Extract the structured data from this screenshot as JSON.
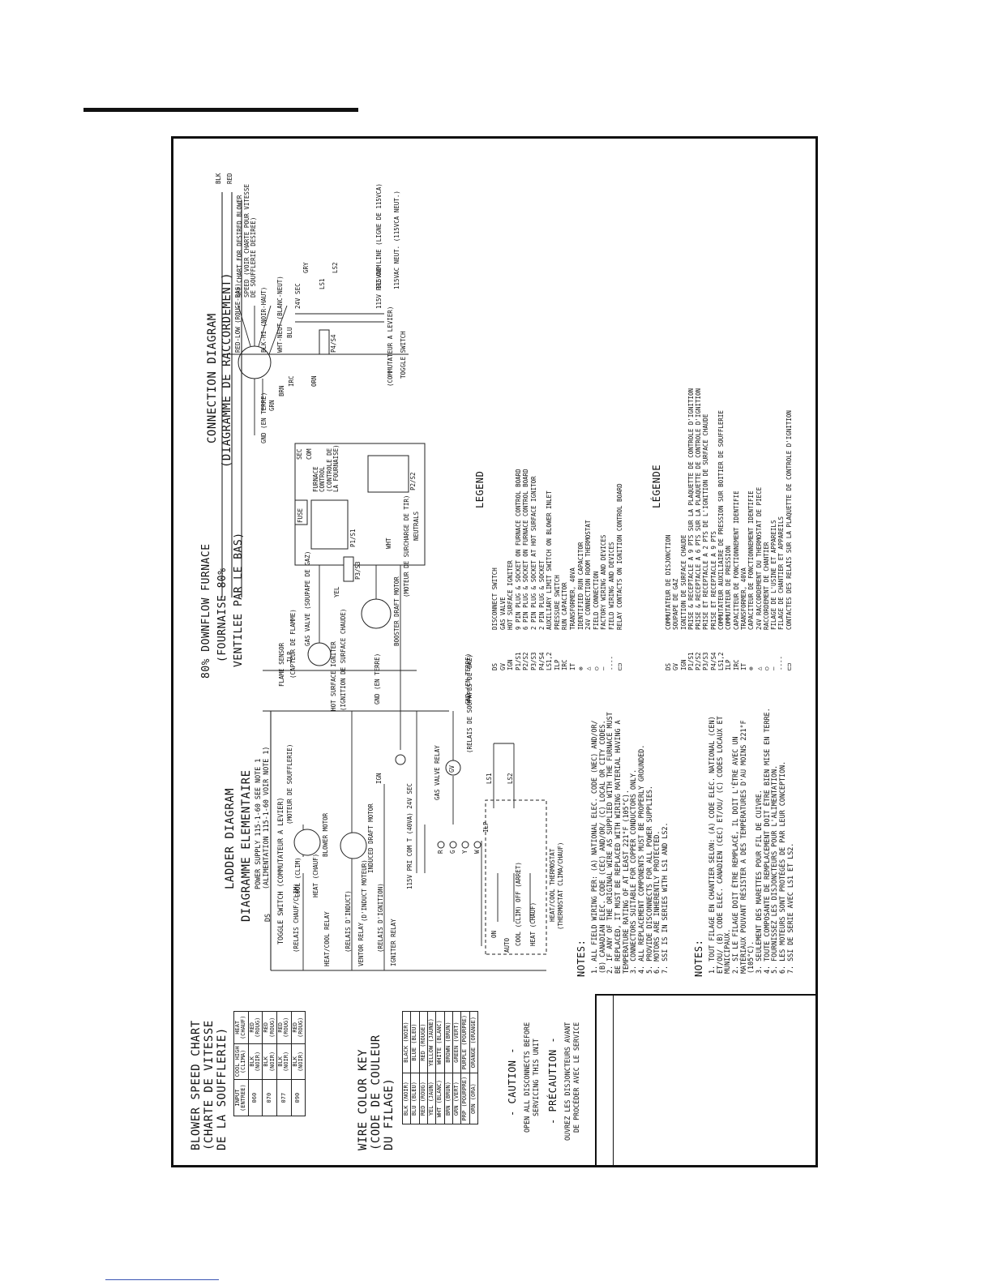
{
  "blower_chart": {
    "title_en": "BLOWER SPEED CHART",
    "title_fr1": "(CHARTE DE VITESSE",
    "title_fr2": "DE LA SOUFFLERIE)",
    "headers": [
      "INPUT (ENTREE)",
      "COOL HIGH (CLIMA)",
      "HEAT (CHAUF)"
    ],
    "rows": [
      [
        "060",
        "BLK (NOIR)",
        "RED (ROUG)"
      ],
      [
        "070",
        "BLK (NOIR)",
        "RED (ROUG)"
      ],
      [
        "077",
        "BLK (NOIR)",
        "RED (ROUG)"
      ],
      [
        "090",
        "BLK (NOIR)",
        "RED (ROUG)"
      ]
    ]
  },
  "wire_key": {
    "title_en": "WIRE COLOR KEY",
    "title_fr1": "(CODE DE COULEUR",
    "title_fr2": "DU FILAGE)",
    "rows": [
      [
        "BLK (NOIR)",
        "BLACK (NOIR)"
      ],
      [
        "BLU (BLEU)",
        "BLUE (BLEU)"
      ],
      [
        "RED (ROUG)",
        "RED (ROUGE)"
      ],
      [
        "YEL (JAUN)",
        "YELLOW (JAUNE)"
      ],
      [
        "WHT (BLANC)",
        "WHITE (BLANC)"
      ],
      [
        "BRN (BRUN)",
        "BROWN (BRUN)"
      ],
      [
        "GRN (VERT)",
        "GREEN (VERT)"
      ],
      [
        "PRP (POURPRE)",
        "PURPLE (POURPRE)"
      ],
      [
        "ORN (ORA)",
        "ORANGE (ORANGE)"
      ]
    ]
  },
  "caution": {
    "en_title": "- CAUTION -",
    "en_text1": "OPEN ALL DISCONNECTS BEFORE",
    "en_text2": "SERVICING THIS UNIT",
    "fr_title": "- PRÉCAUTION -",
    "fr_text1": "OUVREZ LES DISJONCTEURS AVANT",
    "fr_text2": "DE PROCÉDER AVEC LE SERVICE"
  },
  "ladder": {
    "title_en": "LADDER DIAGRAM",
    "title_fr": "DIAGRAMME ELEMENTAIRE",
    "power_supply": "POWER SUPPLY 115-1-60 SEE NOTE 1",
    "power_supply_fr": "(ALIMENTATION 115-1-60 VOIR NOTE 1)",
    "toggle": "TOGGLE SWITCH (COMMUTATEUR A LEVIER)",
    "ds": "DS",
    "relay_heat_cool": "(RELAIS CHAUF/CLIM)",
    "cool": "COOL (CLIM)",
    "heat": "HEAT (CHAUF)",
    "blower_motor": "BLOWER MOTOR",
    "moteur_souff": "(MOTEUR DE SOUFFLERIE)",
    "heat_cool_relay": "HEAT/COOL RELAY",
    "inducer": "INDUCED DRAFT MOTOR",
    "relais_induct": "(RELAIS D'INDUCT)",
    "moteur_induct": "(D'INDUCT MOTEUR)",
    "ventor_relay": "VENTOR RELAY",
    "igniter_relay": "IGNITER RELAY",
    "relais_ign": "(RELAIS D'IGNITION)",
    "ign": "IGN",
    "transformer": "115V PRI COM  T (40VA)  24V SEC",
    "gas_valve_relay": "GAS VALVE RELAY",
    "relais_soupapes": "(RELAIS DE SOUPAPES DE GAZ)",
    "gv": "GV",
    "gnd": "GND (EN TERRE)",
    "ilp": "ILP",
    "ls1": "LS1",
    "ls2": "LS2",
    "on": "ON",
    "auto": "AUTO",
    "cool_off": "COOL (CLIM) OFF (ARRET)",
    "heat_chauf": "HEAT (CHAUF)",
    "thermostat": "HEAT/COOL THERMOSTAT",
    "thermostat_fr": "(THERMOSTAT CLIMA/CHAUF)",
    "terminals": [
      "R",
      "G",
      "Y",
      "W"
    ]
  },
  "connection": {
    "title_en": "CONNECTION DIAGRAM",
    "title_fr": "(DIAGRAMME DE RACCORDEMENT)",
    "red_low": "RED-LOW (ROUGE-BAS)",
    "blk_hi": "BLK-HI (NOIR-HAUT)",
    "wht_neut": "WHT-NEUT (BLANC-NEUT)",
    "see_chart": "SEE CHART FOR DESIRED BLOWER SPEED (VOIR CHARTE POUR VITESSE DE SOUFFLERIE DESIREE)",
    "blk": "BLK",
    "red": "RED",
    "gnd": "GND (EN TERRE)",
    "grn": "GRN",
    "brn": "BRN",
    "irc": "IRC",
    "sec": "SEC",
    "com": "COM",
    "fuse": "FUSE",
    "furnace_control": "FURNACE CONTROL (CONTROLE DE LA FOURNAISE)",
    "p1s1": "P1/S1",
    "p2s2": "P2/S2",
    "p3s3": "P3/S3",
    "p4s4": "P4/S4",
    "neutrals": "NEUTRALS",
    "sec_24v": "24V SEC",
    "pri_115v": "115V PRI COM",
    "blu": "BLU",
    "gry": "GRY",
    "ls1": "LS1",
    "ls2": "LS2",
    "orn": "ORN",
    "yel": "YEL",
    "wht": "WHT",
    "line": "115VAC LINE (LIGNE DE 115VCA)",
    "neut": "115VAC NEUT. (115VCA NEUT.)",
    "toggle": "TOGGLE SWITCH",
    "commutateur": "(COMMUTATEUR A LEVIER)",
    "booster": "BOOSTER DRAFT MOTOR",
    "moteur_tir": "(MOTEUR DE SURCHARGE DE TIR)",
    "gas_valve": "GAS VALVE (SOUPAPE DE GAZ)",
    "ilp": "ILP",
    "flame_sensor": "FLAME SENSOR",
    "capteur": "(CAPTEUR DE FLAMME)",
    "hsi": "HOT SURFACE IGNITER",
    "ignition_fr": "(IGNITION DE SURFACE CHAUDE)"
  },
  "furnace_title": {
    "line1": "80% DOWNFLOW FURNACE",
    "line2": "(FOURNAISE 80%",
    "line3": "VENTILEE PAR LE BAS)"
  },
  "notes_en": {
    "heading": "NOTES:",
    "items": [
      "1. ALL FIELD WIRING PER: (A) NATIONAL ELEC. CODE (NEC) AND/OR/ (B) CANADIAN ELEC. CODE (CEC) AND/OR/ (C) LOCAL OR CITY CODES.",
      "2. IF ANY OF THE ORIGINAL WIRE AS SUPPLIED WITH THE FURNACE MUST BE REPLACED, IT MUST BE REPLACED WITH WIRING MATERIAL HAVING A TEMPERATURE RATING OF AT LEAST 221°F (105°C).",
      "3. CONNECTORS SUITABLE FOR COPPER CONDUCTORS ONLY.",
      "4. ALL REPLACEMENT COMPONENTS MUST BE PROPERLY GROUNDED.",
      "5. PROVIDE DISCONNECTS FOR ALL POWER SUPPLIES.",
      "6. MOTORS ARE INHERENTLY PROTECTED.",
      "7. SSI IS IN SERIES WITH LS1 AND LS2."
    ]
  },
  "notes_fr": {
    "heading": "NOTES:",
    "items": [
      "1. TOUT FILAGE EN CHANTIER SELON: (A) CODE ELEC. NATIONAL (CEN) ET/OU/ (B) CODE ELEC. CANADIEN (CEC) ET/OU/ (C) CODES LOCAUX ET MUNICIPAUX.",
      "2. SI LE FILAGE DOIT ÊTRE REMPLACÉ, IL DOIT L'ÊTRE AVEC UN MATÉRIAUX POUVANT RÉSISTER A DES TEMPÉRATURES D'AU MOINS 221°F (105°C).",
      "3. SEULEMENT DES MARETTES POUR FIL DE CUIVRE.",
      "4. TOUTE COMPOSANTE DE REMPLACEMENT DOIT ÊTRE BIEN MISE EN TERRE.",
      "5. FOURNISSEZ LES DISJONCTEURS POUR L'ALIMENTATION.",
      "6. LES MOTEURS SONT PROTÉGÉS DE PAR LEUR CONCEPTION.",
      "7. SSI DE SERIE AVEC LS1 ET LS2."
    ]
  },
  "legend_en": {
    "heading": "LEGEND",
    "items": [
      [
        "DS",
        "DISCONNECT SWITCH"
      ],
      [
        "GV",
        "GAS VALVE"
      ],
      [
        "IGN",
        "HOT SURFACE IGNITER"
      ],
      [
        "P1/S1",
        "9 PIN PLUG & SOCKET ON FURNACE CONTROL BOARD"
      ],
      [
        "P2/S2",
        "6 PIN PLUG & SOCKET ON FURNACE CONTROL BOARD"
      ],
      [
        "P3/S3",
        "2 PIN PLUG & SOCKET AT HOT SURFACE IGNITOR"
      ],
      [
        "P4/S4",
        "2 PIN PLUG & SOCKET"
      ],
      [
        "LS1,2",
        "AUXILIARY LIMIT SWITCH ON BLOWER INLET"
      ],
      [
        "ILP",
        "PRESSURE SWITCH"
      ],
      [
        "IRC",
        "RUN CAPACITOR"
      ],
      [
        "IT",
        "TRANSFORMER, 40VA"
      ],
      [
        "⊗",
        "IDENTIFIED RUN CAPACITOR"
      ],
      [
        "△",
        "24V CONNECTION ROOM THERMOSTAT"
      ],
      [
        "○",
        "FIELD CONNECTION"
      ],
      [
        "—",
        "FACTORY WIRING AND DEVICES"
      ],
      [
        "----",
        "FIELD WIRING AND DEVICES"
      ],
      [
        "⊏⊐",
        "RELAY CONTACTS ON IGNITION CONTROL BOARD"
      ]
    ]
  },
  "legend_fr": {
    "heading": "LÉGENDE",
    "items": [
      [
        "DS",
        "COMMUTATEUR DE DISJONCTION"
      ],
      [
        "GV",
        "SOUPAPE DE GAZ"
      ],
      [
        "IGN",
        "IGNITION DE SURFACE CHAUDE"
      ],
      [
        "P1/S1",
        "PRISE & RECEPTACLE A 9 PTS SUR LA PLAQUETTE DE CONTROLE D'IGNITION"
      ],
      [
        "P2/S2",
        "PRISE & RECEPTACLE A 6 PTS SUR LA PLAQUETTE DE CONTROLE D'IGNITION"
      ],
      [
        "P3/S3",
        "PRISE ET RECEPTACLE A 2 PTS DE L'IGNITION DE SURFACE CHAUDE"
      ],
      [
        "P4/S4",
        "PRISE ET RECEPTACLE A 9 PTS"
      ],
      [
        "LS1,2",
        "COMMUTATEUR AUXILIAIRE DE PRESSION SUR BOITIER DE SOUFFLERIE"
      ],
      [
        "ILP",
        "COMMUTATEUR DE PRESSION"
      ],
      [
        "IRC",
        "CAPACITEUR DE FONCTIONNEMENT IDENTIFIE"
      ],
      [
        "IT",
        "TRANSFORMER, 40VA"
      ],
      [
        "⊗",
        "CAPACITEUR DE FONCTIONNEMENT IDENTIFIE"
      ],
      [
        "△",
        "24V RACCORDEMENT DU THERMOSTAT DE PIECE"
      ],
      [
        "○",
        "RACCORDEMENT DE CHANTIER"
      ],
      [
        "—",
        "FILAGE DE L'USINE ET APPAREILS"
      ],
      [
        "----",
        "FILAGE DE CHANTIER ET APPAREILS"
      ],
      [
        "⊏⊐",
        "CONTACTES DES RELAIS SUR LA PLAQUETTE DE CONTROLE D'IGNITION"
      ]
    ]
  }
}
